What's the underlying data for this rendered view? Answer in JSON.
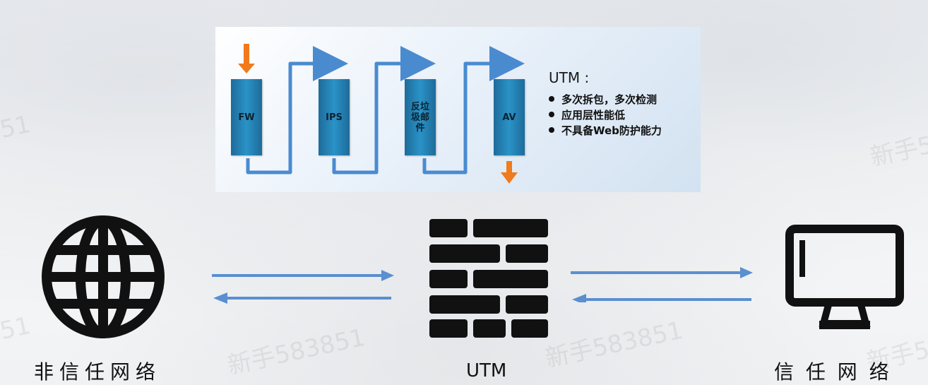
{
  "panel": {
    "stages": [
      "FW",
      "IPS",
      "反垃圾邮件",
      "AV"
    ],
    "title": "UTM :",
    "bullets": [
      "多次拆包，多次检测",
      "应用层性能低",
      "不具备Web防护能力"
    ]
  },
  "nodes": {
    "untrusted_label": "非信任网络",
    "utm_label": "UTM",
    "trusted_label": "信 任 网 络"
  },
  "watermark": "新手583851",
  "colors": {
    "stage": "#2a93c7",
    "pipe": "#4a8bd0",
    "arrow_orange": "#f07a1c",
    "arrow_blue": "#5a8fd0",
    "icon": "#111111"
  },
  "icons": {
    "left": "globe-icon",
    "center": "firewall-icon",
    "right": "monitor-icon"
  }
}
